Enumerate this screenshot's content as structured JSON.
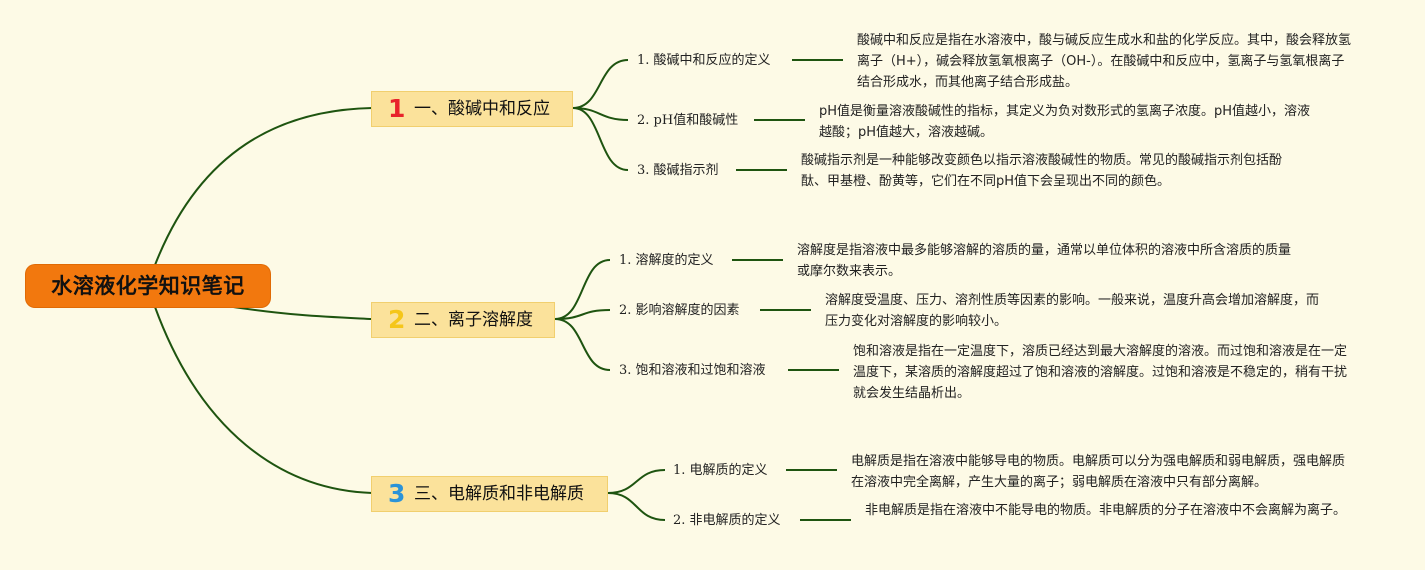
{
  "root": {
    "title": "水溶液化学知识笔记"
  },
  "branches": [
    {
      "number": "1",
      "label": "一、酸碱中和反应",
      "number_color": "#e8232b",
      "topics": [
        {
          "title": "1. 酸碱中和反应的定义",
          "desc": "酸碱中和反应是指在水溶液中，酸与碱反应生成水和盐的化学反应。其中，酸会释放氢离子（H+），碱会释放氢氧根离子（OH-）。在酸碱中和反应中，氢离子与氢氧根离子结合形成水，而其他离子结合形成盐。"
        },
        {
          "title": "2. pH值和酸碱性",
          "desc": "pH值是衡量溶液酸碱性的指标，其定义为负对数形式的氢离子浓度。pH值越小，溶液越酸；pH值越大，溶液越碱。"
        },
        {
          "title": "3. 酸碱指示剂",
          "desc": "酸碱指示剂是一种能够改变颜色以指示溶液酸碱性的物质。常见的酸碱指示剂包括酚酞、甲基橙、酚黄等，它们在不同pH值下会呈现出不同的颜色。"
        }
      ]
    },
    {
      "number": "2",
      "label": "二、离子溶解度",
      "number_color": "#f5c61a",
      "topics": [
        {
          "title": "1. 溶解度的定义",
          "desc": "溶解度是指溶液中最多能够溶解的溶质的量，通常以单位体积的溶液中所含溶质的质量或摩尔数来表示。"
        },
        {
          "title": "2. 影响溶解度的因素",
          "desc": "溶解度受温度、压力、溶剂性质等因素的影响。一般来说，温度升高会增加溶解度，而压力变化对溶解度的影响较小。"
        },
        {
          "title": "3. 饱和溶液和过饱和溶液",
          "desc": "饱和溶液是指在一定温度下，溶质已经达到最大溶解度的溶液。而过饱和溶液是在一定温度下，某溶质的溶解度超过了饱和溶液的溶解度。过饱和溶液是不稳定的，稍有干扰就会发生结晶析出。"
        }
      ]
    },
    {
      "number": "3",
      "label": "三、电解质和非电解质",
      "number_color": "#2b93d8",
      "topics": [
        {
          "title": "1. 电解质的定义",
          "desc": "电解质是指在溶液中能够导电的物质。电解质可以分为强电解质和弱电解质，强电解质在溶液中完全离解，产生大量的离子；弱电解质在溶液中只有部分离解。"
        },
        {
          "title": "2. 非电解质的定义",
          "desc": "非电解质是指在溶液中不能导电的物质。非电解质的分子在溶液中不会离解为离子。"
        }
      ]
    }
  ],
  "colors": {
    "line": "#1e5410",
    "root_bg": "#f2780e",
    "branch_bg": "#fbe29b",
    "background": "#fdfae6"
  }
}
